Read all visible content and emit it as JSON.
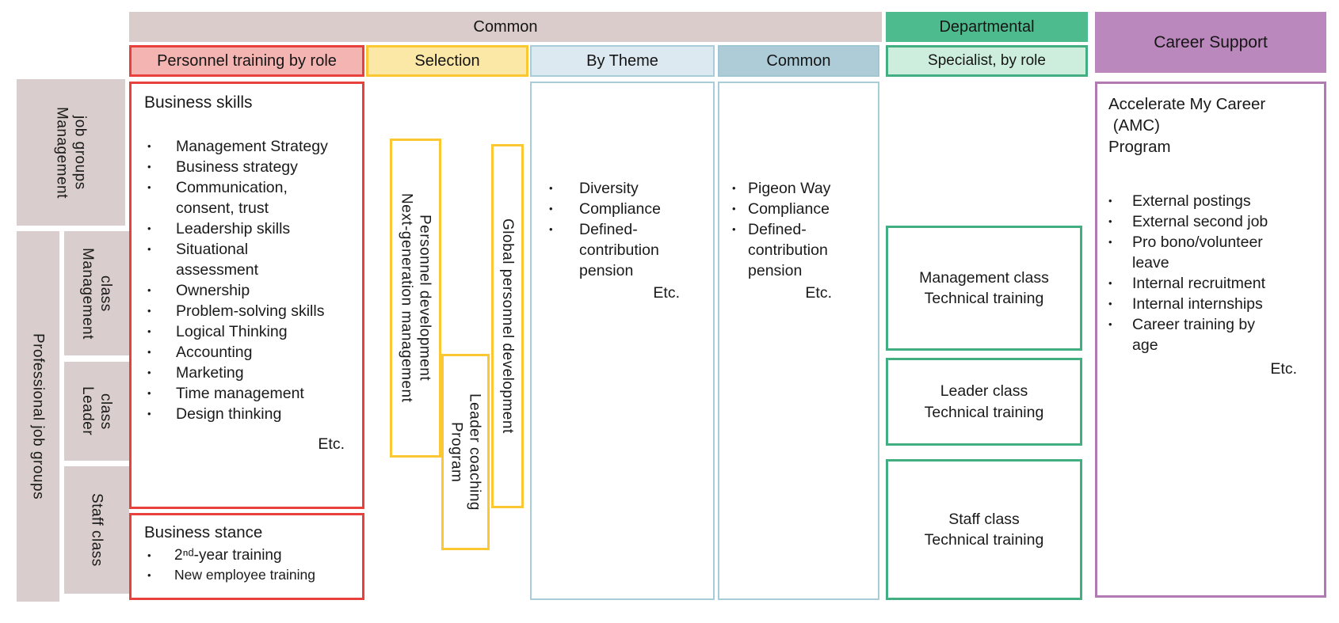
{
  "sidebar": {
    "management_job_groups": [
      "Management",
      "job groups"
    ],
    "professional_job_groups": [
      "Professional job groups"
    ],
    "management_class": [
      "Management",
      "class"
    ],
    "leader_class": [
      "Leader",
      "class"
    ],
    "staff_class": [
      "Staff class"
    ]
  },
  "headers": {
    "common": "Common",
    "departmental": "Departmental",
    "career_support": "Career Support",
    "personnel_training_by_role": "Personnel training by role",
    "selection": "Selection",
    "by_theme": "By Theme",
    "common_sub": "Common",
    "specialist_by_role": "Specialist, by role"
  },
  "role_training": {
    "business_skills": {
      "title": "Business skills",
      "marker": "•",
      "items": [
        "Management Strategy",
        "Business strategy",
        "Communication,\nconsent, trust",
        "Leadership skills",
        "Situational\nassessment",
        "Ownership",
        "Problem-solving skills",
        "Logical Thinking",
        "Accounting",
        "Marketing",
        "Time management",
        "Design thinking"
      ],
      "etc": "Etc."
    },
    "business_stance": {
      "title": "Business stance",
      "marker": "•",
      "items": [
        "2ⁿᵈ-year training",
        "New employee training"
      ]
    }
  },
  "selection_programs": {
    "next_generation": [
      "Next-generation management",
      "Personnel development"
    ],
    "leader_coaching": [
      "Leader coaching",
      "Program"
    ],
    "global": [
      "Global personnel development"
    ]
  },
  "by_theme": {
    "marker": "•",
    "items": [
      "Diversity",
      "Compliance",
      "Defined-\ncontribution\npension"
    ],
    "etc": "Etc."
  },
  "common_themes": {
    "marker": "•",
    "items": [
      "Pigeon Way",
      "Compliance",
      "Defined-\ncontribution\npension"
    ],
    "etc": "Etc."
  },
  "departmental_training": {
    "management": "Management class\nTechnical training",
    "leader": "Leader class\nTechnical training",
    "staff": "Staff class\nTechnical training"
  },
  "career_support": {
    "title": "Accelerate My Career\n (AMC)\nProgram",
    "marker": "•",
    "items": [
      "External postings",
      "External second job",
      "Pro bono/volunteer\nleave",
      "Internal recruitment",
      "Internal internships",
      "Career training by\nage"
    ],
    "etc": "Etc."
  },
  "colors": {
    "red": "#e8413d",
    "pink": "#f4b4b2",
    "yellow": "#fbc733",
    "light_yellow": "#fce8a6",
    "light_blue": "#a9ccd9",
    "by_theme_bg": "#dde9f0",
    "common_bg": "#aeccd8",
    "green": "#42ae81",
    "green_header_bg": "#4dbb8d",
    "light_green_bg": "#cdeedd",
    "purple_bg": "#bb88bd",
    "purple_border": "#b27ab3",
    "beige": "#d9cdcd",
    "text": "#1a1a1a"
  }
}
